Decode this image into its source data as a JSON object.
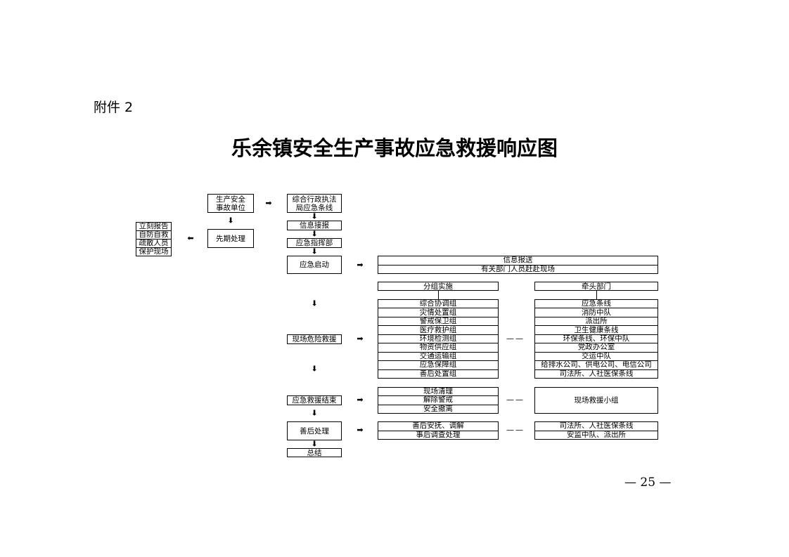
{
  "attachment_label": "附件 2",
  "title": "乐余镇安全生产事故应急救援响应图",
  "page_number": "— 25 —",
  "flow": {
    "unit": "生产安全\n事故单位",
    "law_enforcement": "综合行政执法\n局应急条线",
    "info_receive": "信息接报",
    "command": "应急指挥部",
    "initial_handling": "先期处理",
    "self_actions": [
      "立刻报告",
      "自防自救",
      "疏散人员",
      "保护现场"
    ],
    "emergency_start": "应急启动",
    "start_actions": [
      "信息报送",
      "有关部门人员赶赴现场"
    ],
    "group_header": "分组实施",
    "dept_header": "牵头部门",
    "onsite_rescue": "现场危险救援",
    "groups": [
      "综合协调组",
      "灾情处置组",
      "警戒保卫组",
      "医疗救护组",
      "环境检测组",
      "物资供应组",
      "交通运输组",
      "应急保障组",
      "善后处置组"
    ],
    "departments": [
      "应急条线",
      "消防中队",
      "派出所",
      "卫生健康条线",
      "环保条线、环保中队",
      "党政办公室",
      "交运中队",
      "给排水公司、供电公司、电信公司",
      "司法所、人社医保条线"
    ],
    "rescue_end": "应急救援结束",
    "end_actions": [
      "现场清理",
      "解除警戒",
      "安全撤离"
    ],
    "end_dept": "现场救援小组",
    "aftermath": "善后处理",
    "aftermath_actions": [
      "善后安抚、调解",
      "事后调查处理"
    ],
    "aftermath_depts": [
      "司法所、人社医保条线",
      "安监中队、派出所"
    ],
    "summary": "总结",
    "separator": "——"
  },
  "icons": {
    "arrow_right": "➡",
    "arrow_down": "⬇",
    "arrow_left": "⬅"
  }
}
